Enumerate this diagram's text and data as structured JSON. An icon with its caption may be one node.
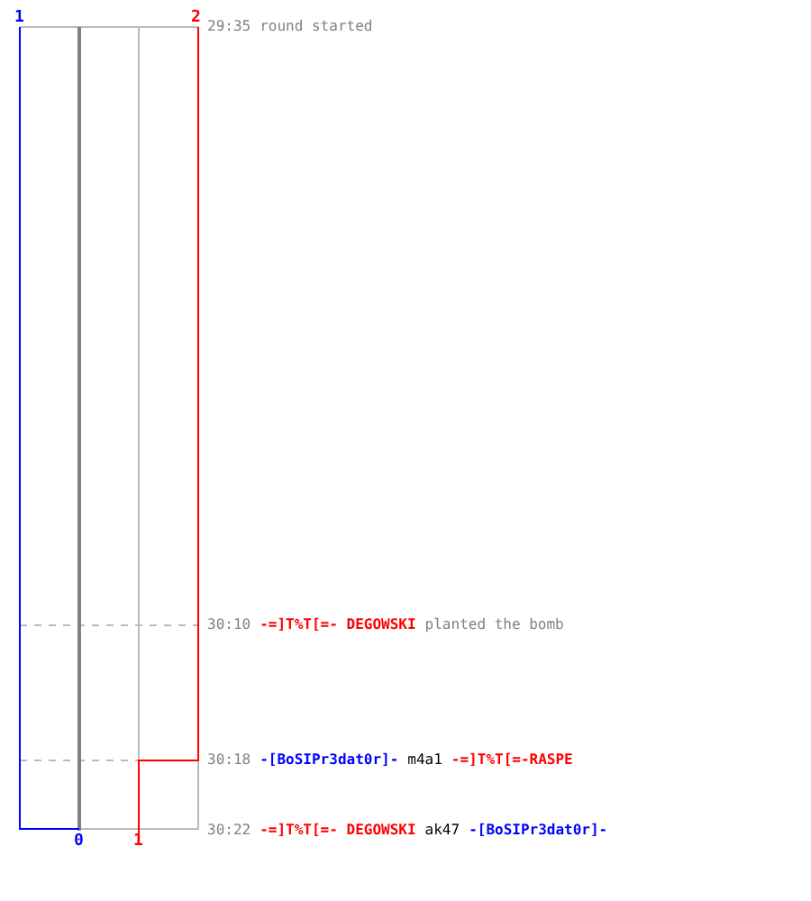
{
  "diagram": {
    "labels": [
      "1",
      "2",
      "29:35",
      "round started",
      "30:10",
      "-=]T%T[=- DEGOWSKI",
      "planted the bomb",
      "30:18",
      "-[BoSIPr3dat0r]-",
      "m4a1",
      "-=]T%T[=-RASPE",
      "30:22",
      "-=]T%T[=- DEGOWSKI",
      "ak47",
      "-[BoSIPr3dat0r]-",
      "0",
      "1"
    ]
  }
}
